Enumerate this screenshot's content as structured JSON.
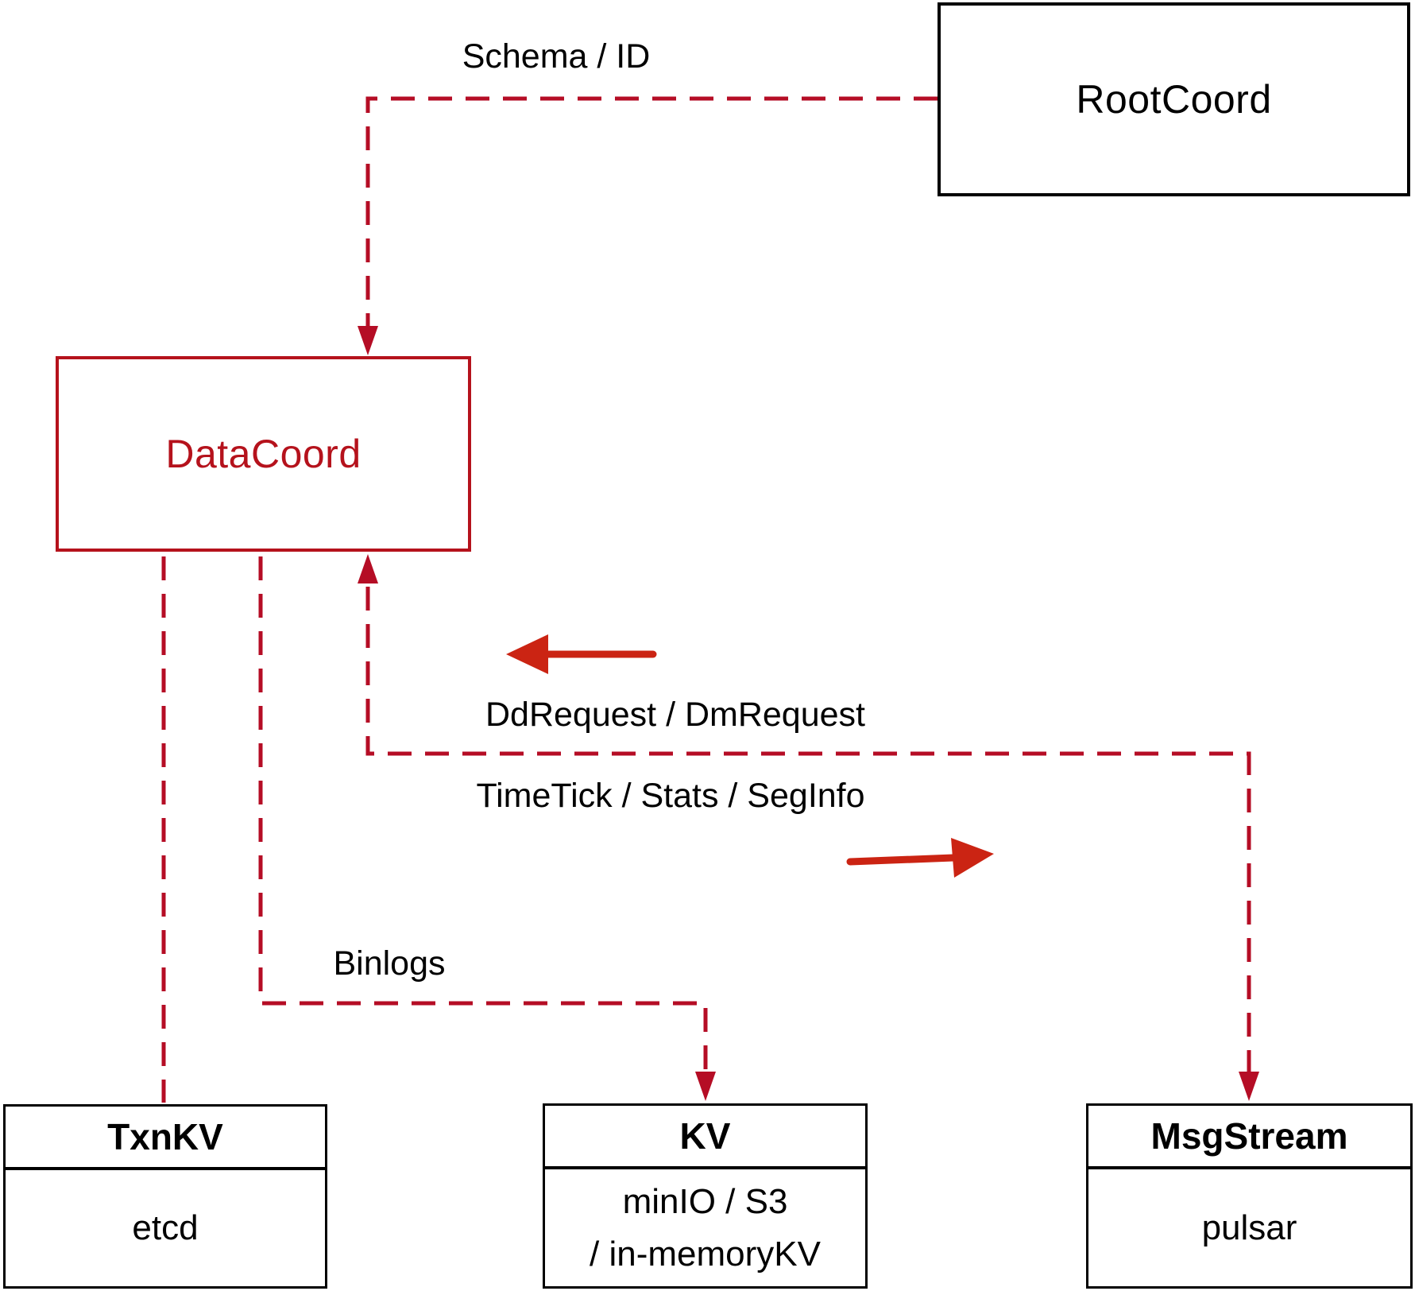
{
  "diagram": {
    "title_hint": "DataCoord interaction diagram",
    "nodes": {
      "rootcoord": {
        "label": "RootCoord"
      },
      "datacoord": {
        "label": "DataCoord"
      },
      "txnkv": {
        "title": "TxnKV",
        "body": "etcd"
      },
      "kv": {
        "title": "KV",
        "body_lines": [
          "minIO / S3",
          "/ in-memoryKV"
        ]
      },
      "msgstream": {
        "title": "MsgStream",
        "body": "pulsar"
      }
    },
    "edges": {
      "schema_id": {
        "label": "Schema / ID",
        "from": "RootCoord",
        "to": "DataCoord",
        "style": "dashed-arrow"
      },
      "txnkv_link": {
        "label": "",
        "from": "DataCoord",
        "to": "TxnKV",
        "style": "dashed"
      },
      "binlogs": {
        "label": "Binlogs",
        "from": "DataCoord",
        "to": "KV",
        "style": "dashed-arrow"
      },
      "dd_request": {
        "label": "DdRequest / DmRequest",
        "direction": "into DataCoord",
        "style": "solid-arrow-left"
      },
      "timetick": {
        "label": "TimeTick / Stats / SegInfo",
        "direction": "into MsgStream",
        "style": "solid-arrow-right"
      },
      "datacoord_msgstream": {
        "label": "",
        "from": "DataCoord",
        "to": "MsgStream",
        "style": "dashed-double-arrow"
      }
    },
    "colors": {
      "dashed_line": "#b50d25",
      "solid_arrow": "#cb2413",
      "datacoord_accent": "#b5121c",
      "node_border": "#000000",
      "label_text": "#000000",
      "background": "#ffffff"
    }
  }
}
